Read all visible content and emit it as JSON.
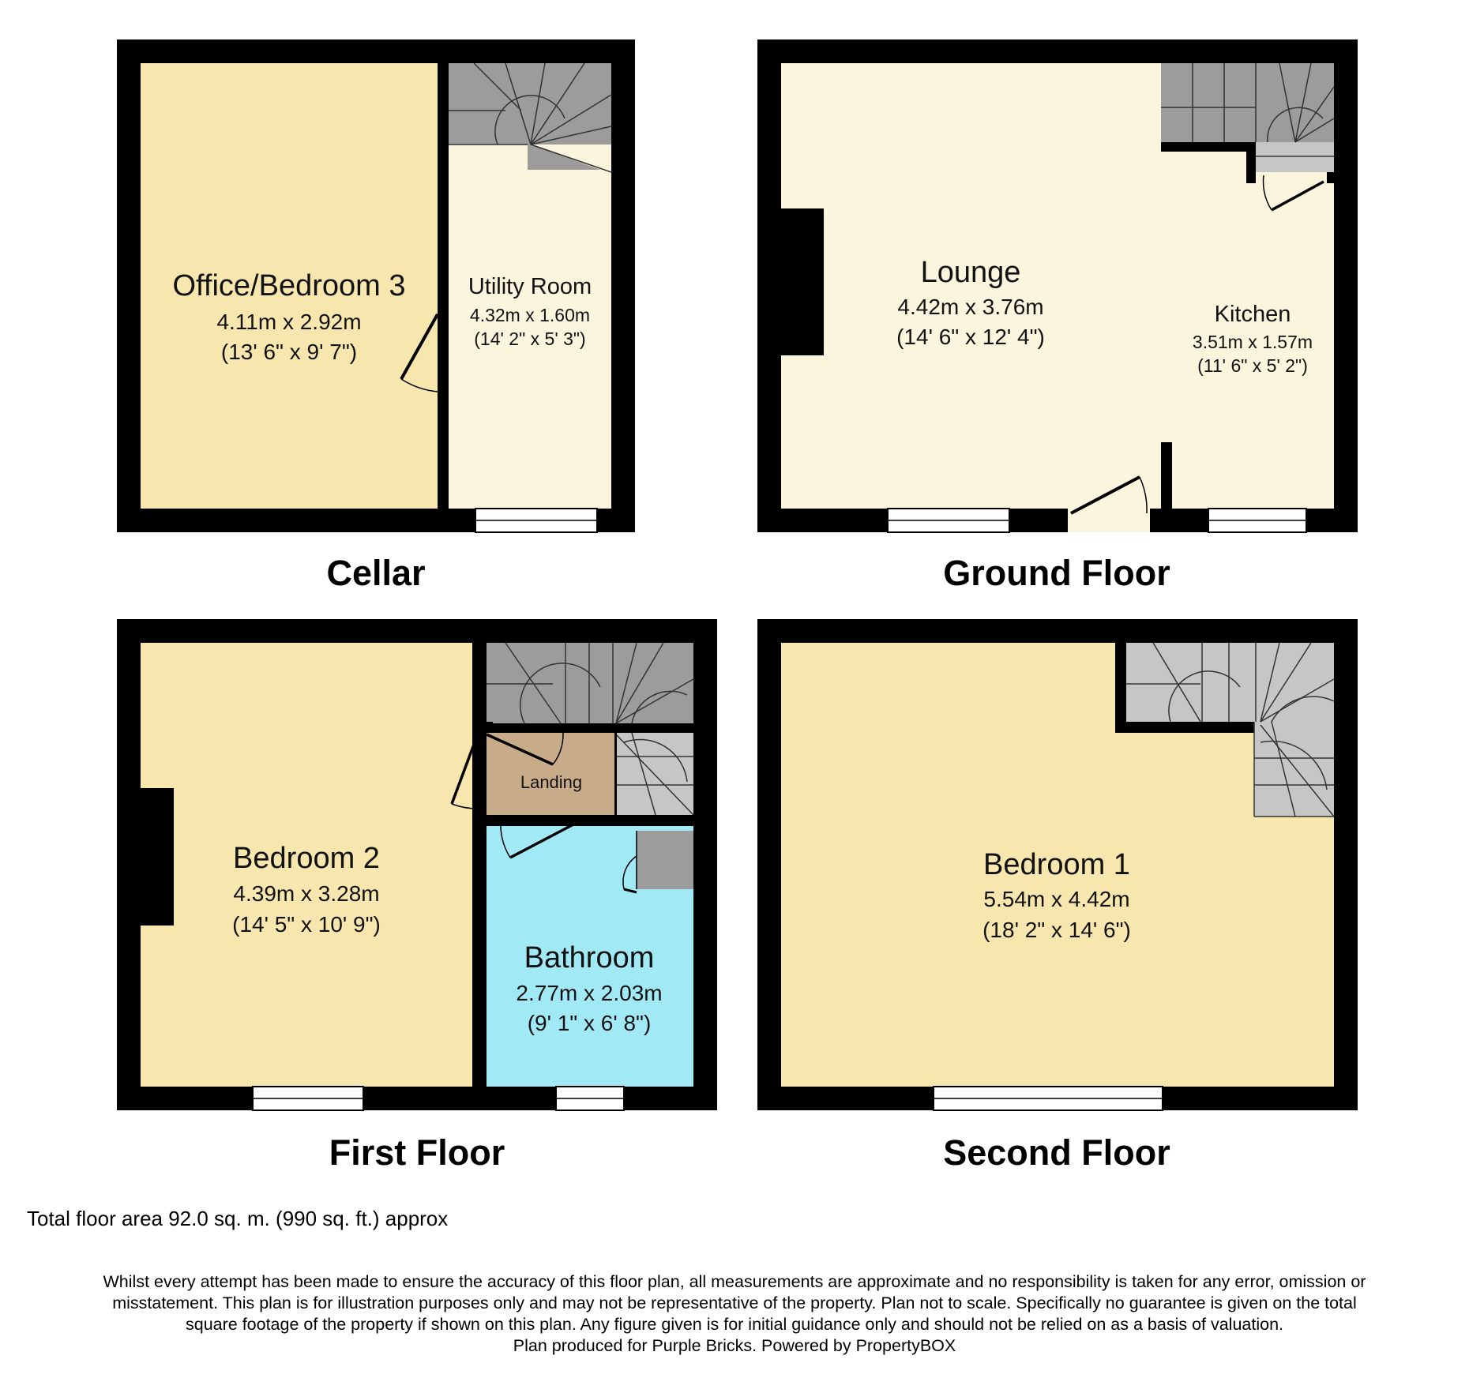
{
  "floors": {
    "cellar": {
      "title": "Cellar",
      "rooms": {
        "office": {
          "name": "Office/Bedroom 3",
          "metric": "4.11m x 2.92m",
          "imperial": "(13' 6\" x 9' 7\")"
        },
        "utility": {
          "name": "Utility Room",
          "metric": "4.32m x 1.60m",
          "imperial": "(14' 2\" x 5' 3\")"
        }
      }
    },
    "ground": {
      "title": "Ground Floor",
      "rooms": {
        "lounge": {
          "name": "Lounge",
          "metric": "4.42m x 3.76m",
          "imperial": "(14' 6\" x 12' 4\")"
        },
        "kitchen": {
          "name": "Kitchen",
          "metric": "3.51m x 1.57m",
          "imperial": "(11' 6\" x 5' 2\")"
        }
      }
    },
    "first": {
      "title": "First Floor",
      "rooms": {
        "bedroom2": {
          "name": "Bedroom 2",
          "metric": "4.39m x 3.28m",
          "imperial": "(14' 5\" x 10' 9\")"
        },
        "landing": {
          "name": "Landing"
        },
        "bathroom": {
          "name": "Bathroom",
          "metric": "2.77m x 2.03m",
          "imperial": "(9' 1\" x 6' 8\")"
        }
      }
    },
    "second": {
      "title": "Second Floor",
      "rooms": {
        "bedroom1": {
          "name": "Bedroom 1",
          "metric": "5.54m x 4.42m",
          "imperial": "(18' 2\" x 14' 6\")"
        }
      }
    }
  },
  "total_area": "Total floor area 92.0 sq. m. (990 sq. ft.) approx",
  "disclaimer": [
    "Whilst every attempt has been made to ensure the accuracy of this floor plan, all measurements are approximate and no responsibility is taken for any error, omission or",
    "misstatement. This plan is for illustration purposes only and may not be representative of the property. Plan not to scale. Specifically no guarantee is given on the total",
    "square footage of the property if shown on this plan. Any figure given is for initial guidance only and should not be relied on as a basis of valuation.",
    "Plan produced for Purple Bricks. Powered by PropertyBOX"
  ],
  "colors": {
    "wall": "#000000",
    "bedroom_fill": "#f7e6ad",
    "living_fill": "#faf5dc",
    "landing_fill": "#c8ab88",
    "bathroom_fill": "#a2e9f6",
    "stairs_dark": "#9c9c9c",
    "stairs_light": "#c6c6c6"
  }
}
